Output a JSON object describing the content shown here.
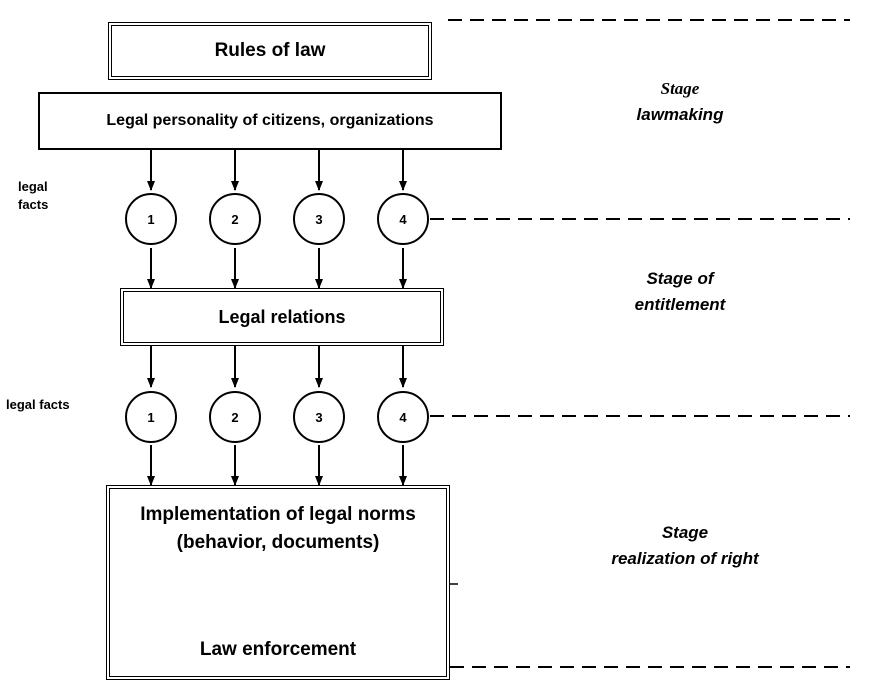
{
  "boxes": {
    "rules": "Rules of law",
    "personality": "Legal personality of citizens, organizations",
    "relations": "Legal relations",
    "implementation": "Implementation of legal norms (behavior, documents)",
    "enforcement": "Law enforcement"
  },
  "side_labels": {
    "legal_facts_top": "legal facts",
    "legal_facts_bottom": "legal facts"
  },
  "circles_top": [
    "1",
    "2",
    "3",
    "4"
  ],
  "circles_bottom": [
    "1",
    "2",
    "3",
    "4"
  ],
  "stages": {
    "lawmaking": [
      "Stage",
      "lawmaking"
    ],
    "entitlement": [
      "Stage of",
      "entitlement"
    ],
    "realization": [
      "Stage",
      "realization of right"
    ]
  }
}
